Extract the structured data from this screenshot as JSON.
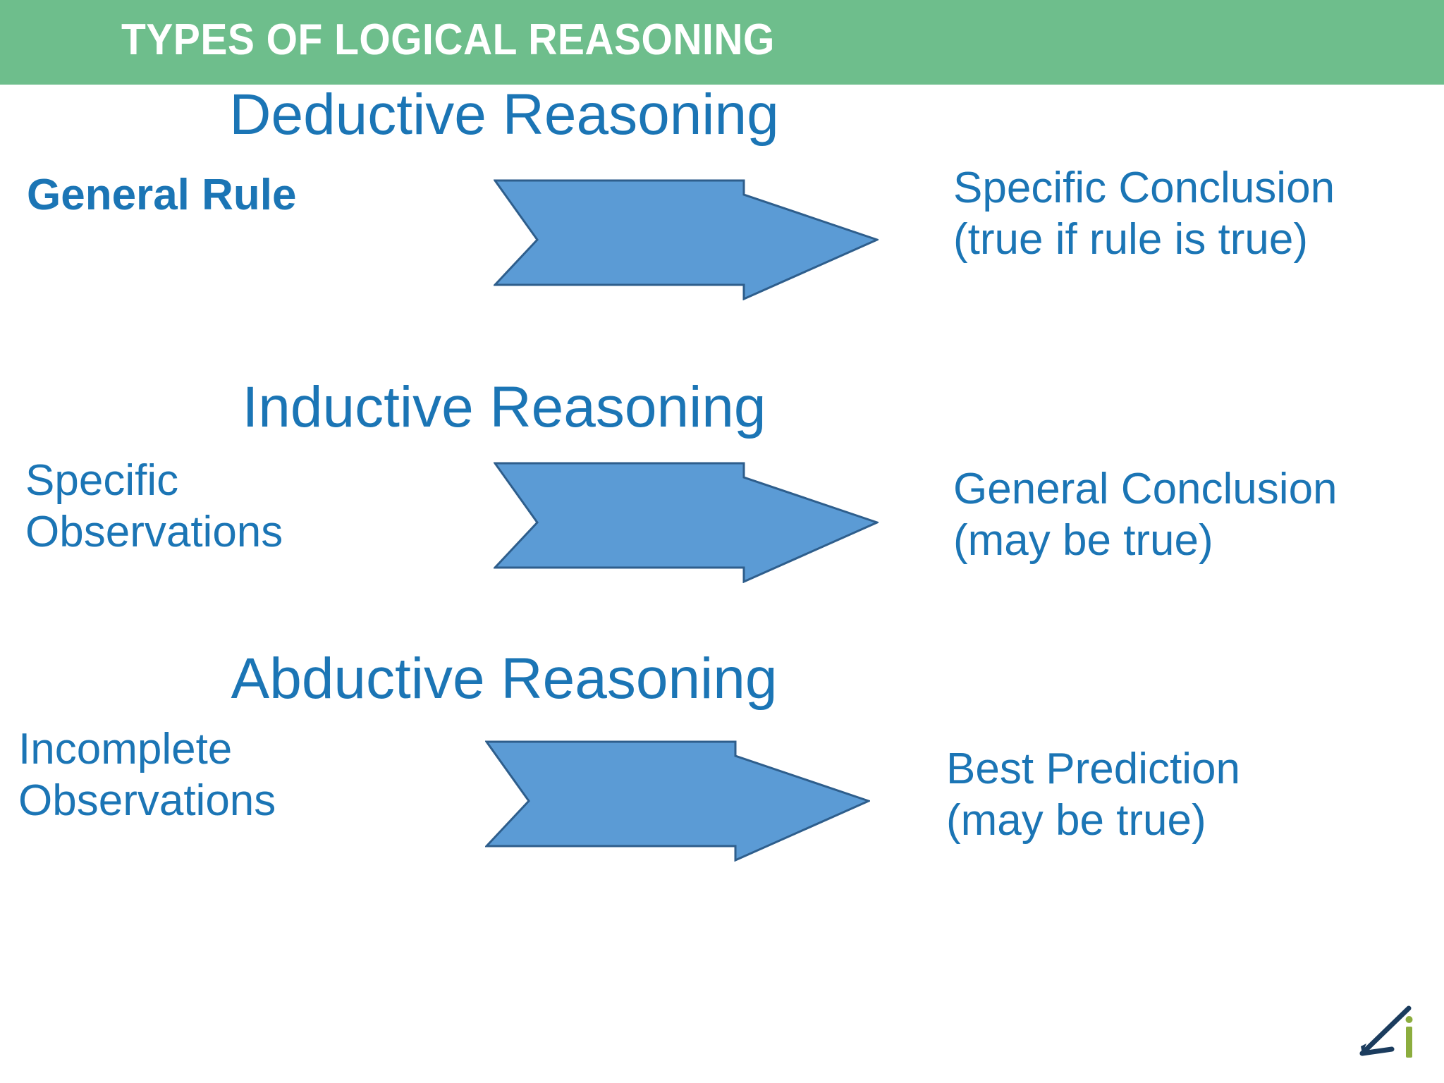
{
  "header": {
    "title": "TYPES OF LOGICAL REASONING",
    "bar_color": "#6EBE8C",
    "title_color": "#FFFFFF"
  },
  "theme": {
    "text_blue": "#1B75B5",
    "arrow_fill": "#5B9BD5",
    "arrow_stroke": "#2E5E8C",
    "background": "#FFFFFF"
  },
  "sections": [
    {
      "heading": "Deductive Reasoning",
      "left_label": "General Rule",
      "right_label": "Specific Conclusion\n(true if rule is true)",
      "arrow_icon": "right-arrow-icon"
    },
    {
      "heading": "Inductive Reasoning",
      "left_label": "Specific\nObservations",
      "right_label": "General Conclusion\n(may be true)",
      "arrow_icon": "right-arrow-icon"
    },
    {
      "heading": "Abductive Reasoning",
      "left_label": "Incomplete\nObservations",
      "right_label": "Best Prediction\n(may be true)",
      "arrow_icon": "right-arrow-icon"
    }
  ],
  "logo": {
    "name": "angle-i-logo",
    "mark_color": "#1B3C5E",
    "letter_color": "#8CAD3E",
    "letter": "i"
  }
}
